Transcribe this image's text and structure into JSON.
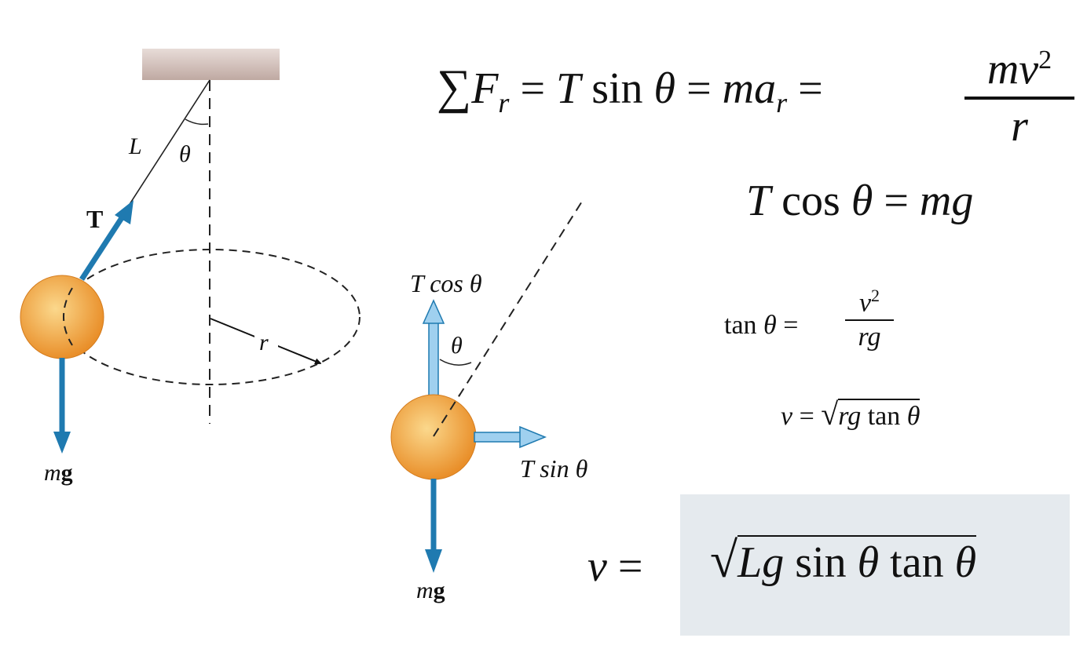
{
  "diagram": {
    "colors": {
      "ceiling": "#bfa9a2",
      "ball_light": "#fbd88c",
      "ball_dark": "#e98f2a",
      "vector_dark": "#1f7ab0",
      "vector_light": "#9fd0ef",
      "highlight_box": "#e5eaee"
    },
    "left_figure": {
      "length_label": "L",
      "angle_label": "θ",
      "tension_label": "T",
      "radius_label": "r",
      "weight_label_m": "m",
      "weight_label_g": "g"
    },
    "fbd_figure": {
      "vertical_label": "T cos θ",
      "horizontal_label": "T sin θ",
      "angle_label": "θ",
      "weight_label_m": "m",
      "weight_label_g": "g"
    }
  },
  "equations": {
    "eq1": {
      "sum": "∑",
      "F": "F",
      "sub_r": "r",
      "eq_a": "=",
      "T": "T",
      "sin": "sin",
      "theta": "θ",
      "eq_b": "=",
      "ma": "ma",
      "sub_r2": "r",
      "eq_c": "=",
      "num": "mv",
      "num_exp": "2",
      "den": "r"
    },
    "eq2": {
      "T": "T",
      "cos": "cos",
      "theta": "θ",
      "eq": "=",
      "rhs": "mg"
    },
    "eq3": {
      "tan": "tan",
      "theta": "θ",
      "eq": "=",
      "num": "v",
      "num_exp": "2",
      "den": "rg"
    },
    "eq4": {
      "v": "v",
      "eq": "=",
      "rad": "rg",
      "tan": "tan",
      "theta": "θ"
    },
    "eq5": {
      "v": "v",
      "eq": "=",
      "rad": "Lg",
      "sin": "sin",
      "theta1": "θ",
      "tan": "tan",
      "theta2": "θ"
    }
  }
}
